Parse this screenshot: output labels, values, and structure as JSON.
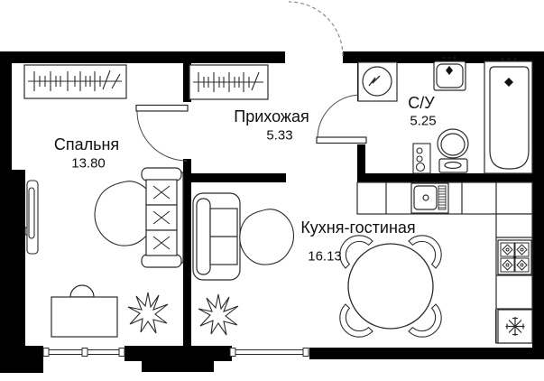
{
  "plan": {
    "type": "apartment-floor-plan",
    "rooms": [
      {
        "id": "bedroom",
        "name": "Спальня",
        "area": "13.80"
      },
      {
        "id": "hallway",
        "name": "Прихожая",
        "area": "5.33"
      },
      {
        "id": "bathroom",
        "name": "С/У",
        "area": "5.25"
      },
      {
        "id": "kitchen_living",
        "name": "Кухня-гостиная",
        "area": "16.13"
      }
    ],
    "colors": {
      "wall": "#000000",
      "furniture_line": "#2b2b2b",
      "background": "#ffffff"
    },
    "icons": {
      "snowflake-icon": "refrigerator mark",
      "hanger-rail-icon": "wardrobe rail with hangers",
      "washing-drum-icon": "washing machine drum",
      "burner-icon": "stove burner",
      "door-swing-icon": "door swing arc"
    }
  }
}
